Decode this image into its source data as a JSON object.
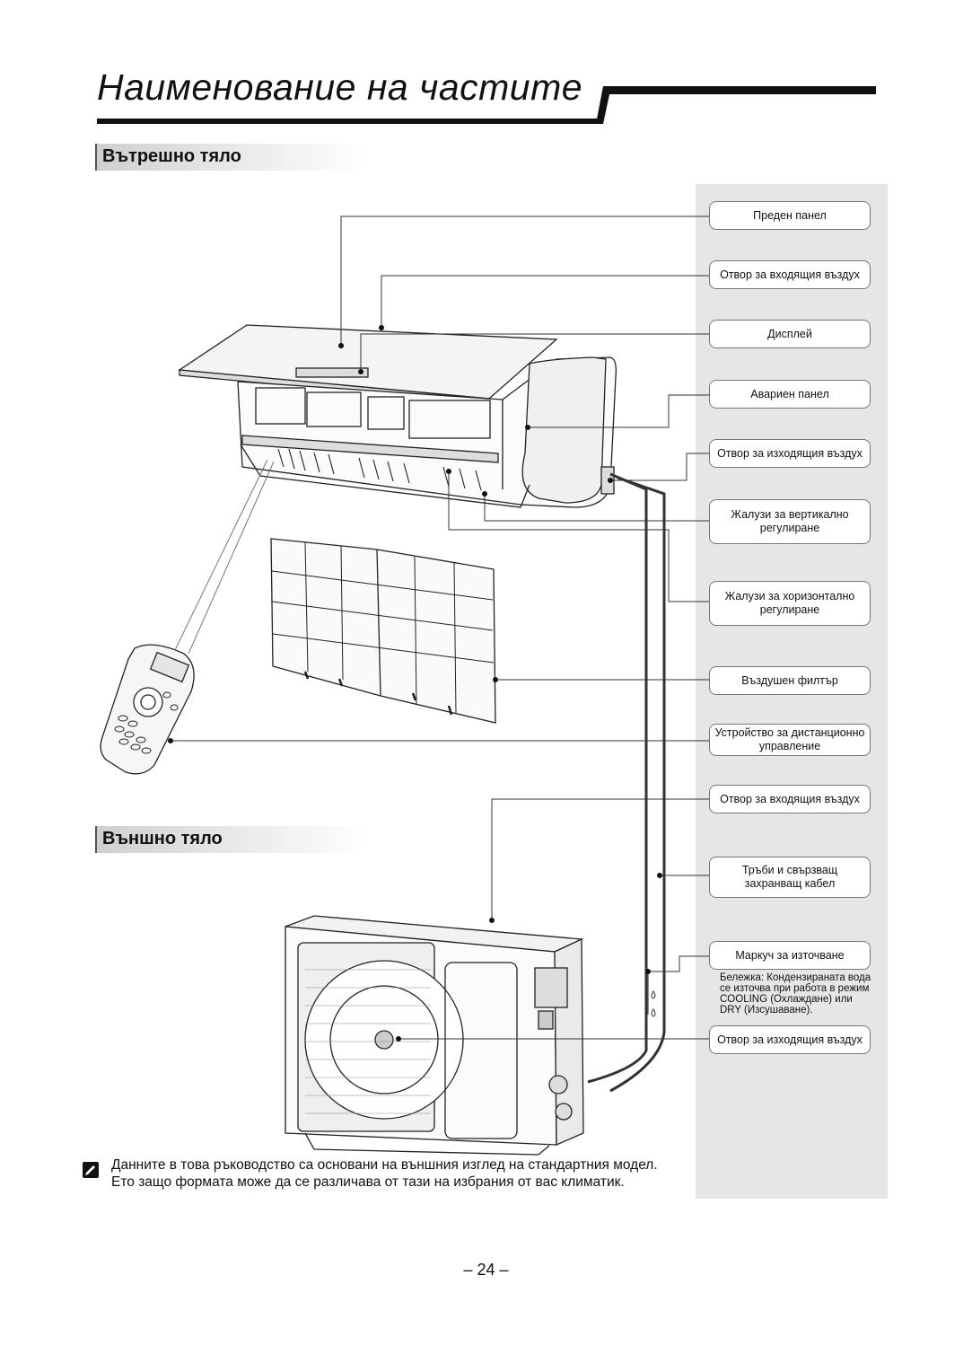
{
  "page": {
    "title": "Наименование на частите",
    "page_number": "– 24 –"
  },
  "sections": {
    "indoor": "Вътрешно тяло",
    "outdoor": "Външно тяло"
  },
  "callouts": [
    "Преден панел",
    "Отвор за входящия въздух",
    "Дисплей",
    "Авариен панел",
    "Отвор за изходящия въздух",
    "Жалузи за вертикално регулиране",
    "Жалузи за хоризонтално регулиране",
    "Въздушен филтър",
    "Устройство за дистанционно управление",
    "Отвор за входящия въздух",
    "Тръби и свързващ захранващ кабел",
    "Маркуч за източване",
    "Отвор за изходящия въздух"
  ],
  "drain_note": "Бележка: Кондензираната вода се източва при работа в режим COOLING (Охлаждане) или DRY (Изсушаване).",
  "footer_note": "Данните в това ръководство са основани на външния изглед на стандартния модел.\nЕто защо формата може да се различава от тази на избрания от вас климатик."
}
